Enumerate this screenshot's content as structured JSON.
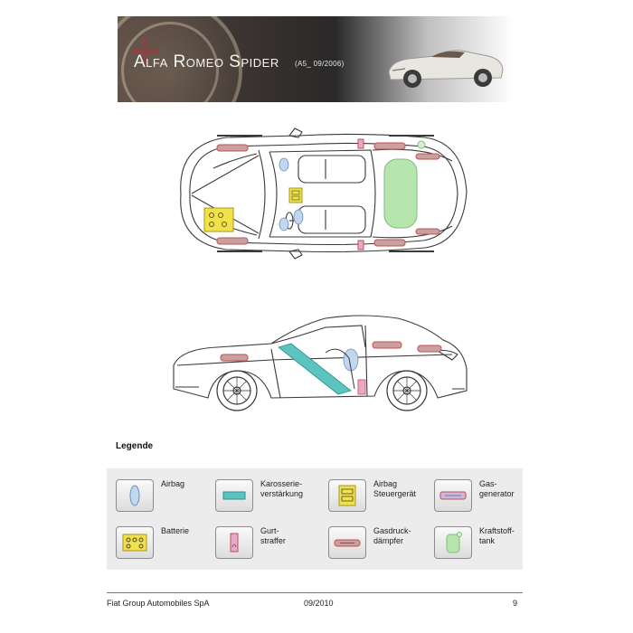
{
  "header": {
    "title": "Alfa Romeo Spider",
    "subtitle": "(A5_ 09/2006)"
  },
  "legend": {
    "title": "Legende",
    "items": [
      {
        "icon": "airbag-icon",
        "label": "Airbag"
      },
      {
        "icon": "body-reinforcement-icon",
        "label": "Karosserie-\nverstärkung"
      },
      {
        "icon": "airbag-control-unit-icon",
        "label": "Airbag\nSteuergerät"
      },
      {
        "icon": "gas-generator-icon",
        "label": "Gas-\ngenerator"
      },
      {
        "icon": "battery-icon",
        "label": "Batterie"
      },
      {
        "icon": "belt-tensioner-icon",
        "label": "Gurt-\nstraffer"
      },
      {
        "icon": "gas-strut-icon",
        "label": "Gasdruck-\ndämpfer"
      },
      {
        "icon": "fuel-tank-icon",
        "label": "Kraftstoff-\ntank"
      }
    ]
  },
  "footer": {
    "company": "Fiat Group Automobiles SpA",
    "date": "09/2010",
    "page": "9"
  },
  "colors": {
    "reinforcement": "#5bc4bf",
    "gas_strut": "#c8a0a0",
    "battery": "#f2e24a",
    "fuel_tank": "#b6e6ad",
    "airbag": "#c2d6ee",
    "belt": "#e8a8c8",
    "outline": "#3a3a3a"
  }
}
